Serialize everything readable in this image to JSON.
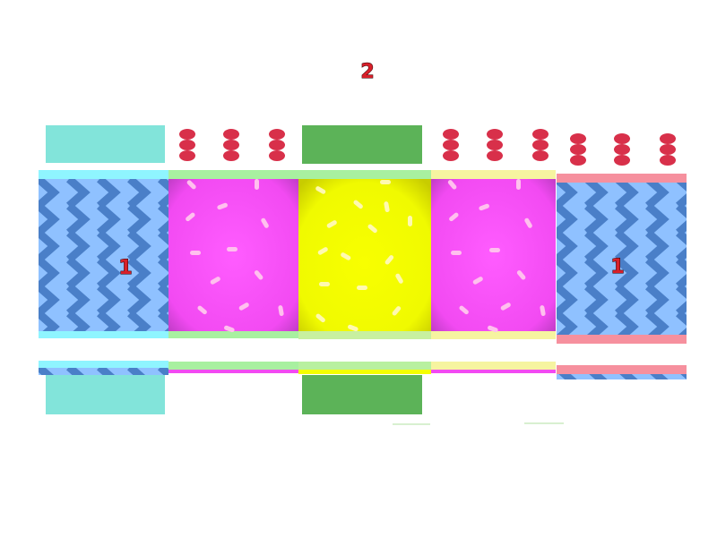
{
  "diagram": {
    "labels": {
      "top": "2",
      "left_block": "1",
      "right_block": "1"
    },
    "colors": {
      "blue_fill": "#8fc1ff",
      "blue_zigzag": "#4a7fc8",
      "magenta_fill": "#ff4dff",
      "yellow_fill": "#f4ff00",
      "teal_cap": "#82e4da",
      "green_cap": "#5cb358",
      "dot_red": "#d8304a",
      "dash_pink": "#ffc0ee",
      "dash_yellow": "#fff9b0",
      "strip_cyan": "#8ff5ff",
      "strip_green": "#a8f0a0",
      "strip_yellow": "#f6f4a0",
      "strip_pink": "#f6909e",
      "label_red": "#d8202a"
    }
  }
}
